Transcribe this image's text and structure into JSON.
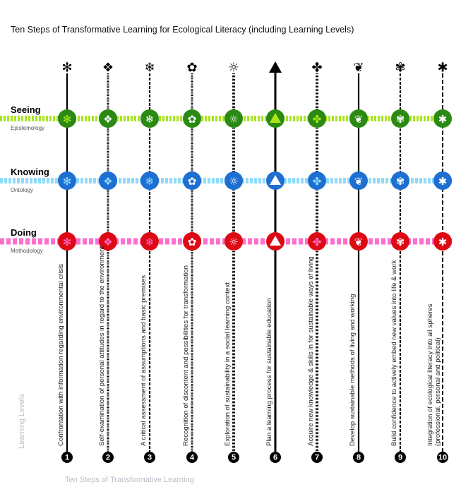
{
  "title": "Ten Steps of Transformative Learning for Ecological Literacy (including Learning Levels)",
  "y_axis_label": "Learning Levels",
  "x_axis_label": "Ten Steps of Transformative Learning",
  "levels": [
    {
      "name": "Seeing",
      "sub": "Epistemology",
      "band_color": "#a8e61c",
      "circle_color": "#2b8a12",
      "icon_color": "#ffffff",
      "accent_icon_color": "#a8e61c"
    },
    {
      "name": "Knowing",
      "sub": "Ontology",
      "band_color": "#8fdcfa",
      "circle_color": "#1e6fd2",
      "icon_color": "#ffffff",
      "accent_icon_color": "#8fdcfa"
    },
    {
      "name": "Doing",
      "sub": "Methodology",
      "band_color": "#ff6fd0",
      "circle_color": "#dd0a14",
      "icon_color": "#ffffff",
      "accent_icon_color": "#ff6fd0"
    }
  ],
  "steps": [
    {
      "number": "1",
      "label": [
        "Confrontation with information regarding environmental crisis"
      ],
      "icon": "asterisk-dots-icon",
      "glyph": "✻",
      "line": "solid"
    },
    {
      "number": "2",
      "label": [
        "Self-examination of personal attitudes in regard to the environment"
      ],
      "icon": "four-diamonds-icon",
      "glyph": "❖",
      "line": "dotted"
    },
    {
      "number": "3",
      "label": [
        "A critical assessment of assumptions and basic premises"
      ],
      "icon": "snowflake-icon",
      "glyph": "❄",
      "line": "dashed"
    },
    {
      "number": "4",
      "label": [
        "Recognition of discontent and possibilities for transformation"
      ],
      "icon": "flower-icon",
      "glyph": "✿",
      "line": "dotted"
    },
    {
      "number": "5",
      "label": [
        "Exploration of sustainability in a social learning context"
      ],
      "icon": "dotted-ring-icon",
      "glyph": "☼",
      "line": "hatched"
    },
    {
      "number": "6",
      "label": [
        "Plan a learning process for sustainable education"
      ],
      "icon": "triangle-arrow-icon",
      "glyph": "▲",
      "line": "thick-arrow"
    },
    {
      "number": "7",
      "label": [
        "Acquire new knowledge & skills in for sustainable ways of living"
      ],
      "icon": "four-petal-flower-icon",
      "glyph": "✤",
      "line": "hatched"
    },
    {
      "number": "8",
      "label": [
        "Develop sustainable methods of living and working"
      ],
      "icon": "laurel-wreath-icon",
      "glyph": "❦",
      "line": "solid"
    },
    {
      "number": "9",
      "label": [
        "Build confidence to actively embed new values into life & work"
      ],
      "icon": "rose-icon",
      "glyph": "✾",
      "line": "dashed"
    },
    {
      "number": "10",
      "label": [
        "Integration of ecological literacy into all spheres",
        "(professional, personal and political)"
      ],
      "icon": "eight-spoke-asterisk-icon",
      "glyph": "✱",
      "line": "long-dashed"
    }
  ]
}
